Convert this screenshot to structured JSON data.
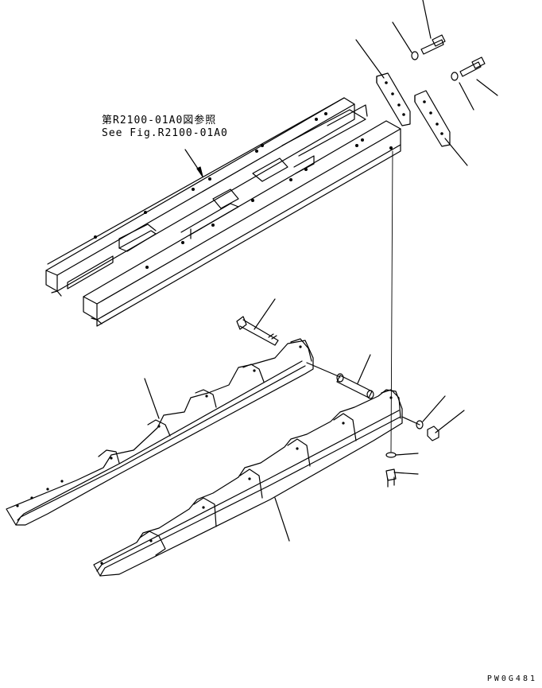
{
  "reference": {
    "jp": "第R2100-01A0図参照",
    "en": "See Fig.R2100-01A0"
  },
  "drawing_code": "PW0G481"
}
